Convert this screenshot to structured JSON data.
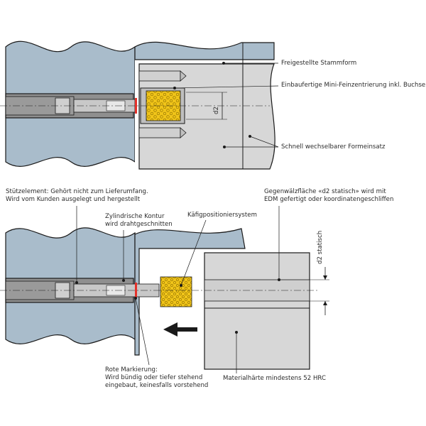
{
  "labels": {
    "stammform": "Freigestellte Stammform",
    "zentrierung": "Einbaufertige Mini-Feinzentrierung inkl. Buchse",
    "formeinsatz": "Schnell wechselbarer Formeinsatz",
    "d2": "d2",
    "stuetzelement_1": "Stützelement: Gehört nicht zum Lieferumfang.",
    "stuetzelement_2": "Wird vom Kunden ausgelegt und hergestellt",
    "kontur_1": "Zylindrische Kontur",
    "kontur_2": "wird drahtgeschnitten",
    "kaefig": "Käfigpositioniersystem",
    "gegenwaelz_1": "Gegenwälzfläche «d2 statisch» wird mit",
    "gegenwaelz_2": "EDM gefertigt oder koordinatengeschliffen",
    "d2_statisch": "d2 statisch",
    "rot_1": "Rote Markierung:",
    "rot_2": "Wird bündig oder tiefer stehend",
    "rot_3": "eingebaut, keinesfalls vorstehend",
    "haerte": "Materialhärte mindestens 52 HRC"
  },
  "colors": {
    "plate": "#a9bccb",
    "insert": "#d7d7d7",
    "ball_cage": "#f0c419",
    "red_mark": "#e4322b",
    "arrow": "#1a1a1a"
  }
}
